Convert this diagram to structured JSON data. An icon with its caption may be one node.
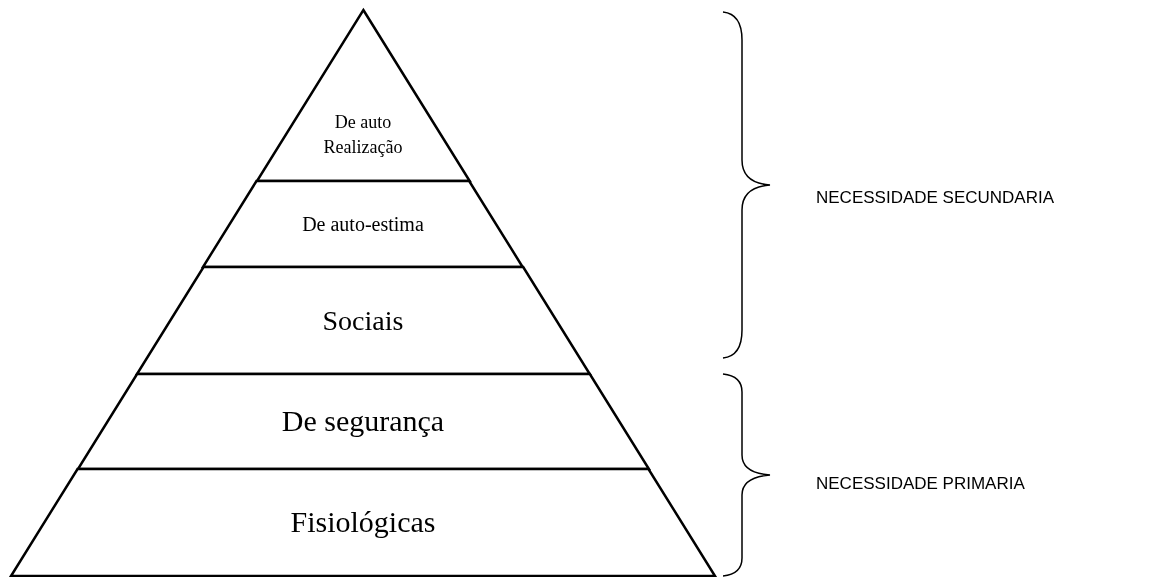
{
  "diagram": {
    "nodes": [
      {
        "text": [
          "De auto Realização"
        ]
      },
      {
        "text": [
          "De auto-estima"
        ]
      },
      {
        "text": [
          "Sociais"
        ]
      },
      {
        "text": [
          "De segurança"
        ]
      },
      {
        "text": [
          "Fisiológicas"
        ]
      }
    ],
    "labels": [
      "NECESSIDADE SECUNDARIA",
      "NECESSIDADE PRIMARIA"
    ]
  }
}
